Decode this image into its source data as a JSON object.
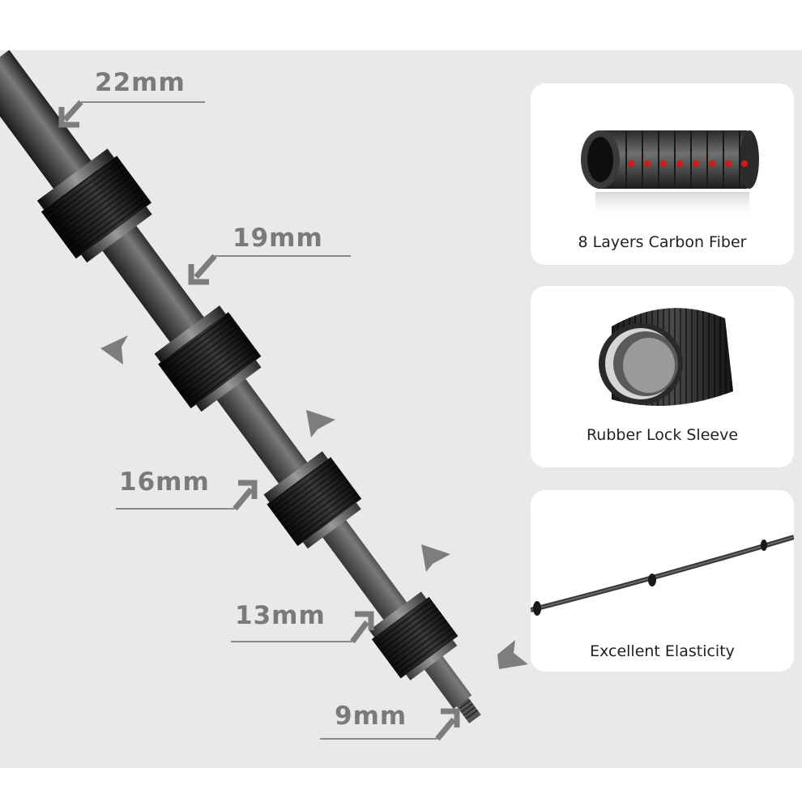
{
  "sizes": {
    "s22": "22mm",
    "s19": "19mm",
    "s16": "16mm",
    "s13": "13mm",
    "s9": "9mm"
  },
  "features": [
    {
      "caption": "8 Layers Carbon Fiber",
      "icon": "carbon-tube-layers-icon",
      "layer_marks": [
        "1",
        "2",
        "3",
        "4",
        "5",
        "6",
        "7",
        "8"
      ]
    },
    {
      "caption": "Rubber Lock Sleeve",
      "icon": "rubber-sleeve-icon"
    },
    {
      "caption": "Excellent Elasticity",
      "icon": "bent-pole-icon"
    }
  ],
  "colors": {
    "panel": "#e9e9e9",
    "label": "#7a7a7a",
    "pole": "#3a3a3a",
    "lock": "#1c1c1c",
    "layer_mark": "#d21a1a"
  }
}
